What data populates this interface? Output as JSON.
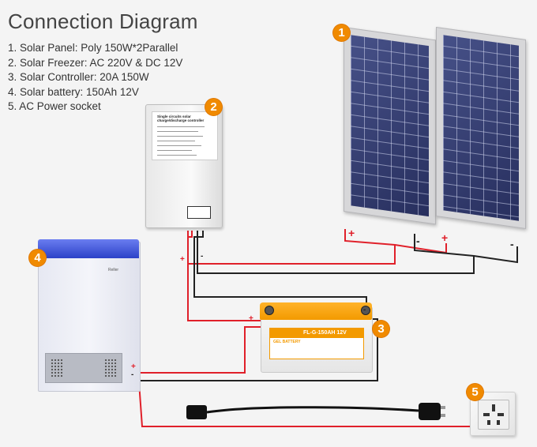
{
  "title": "Connection Diagram",
  "legend": [
    "1. Solar Panel: Poly 150W*2Parallel",
    "2. Solar Freezer: AC 220V & DC 12V",
    "3. Solar Controller: 20A 150W",
    "4. Solar battery: 150Ah 12V",
    "5. AC Power socket"
  ],
  "badges": [
    "1",
    "2",
    "3",
    "4",
    "5"
  ],
  "battery": {
    "model": "FL-G-150AH 12V",
    "type": "GEL BATTERY"
  },
  "controller": {
    "plate_title": "Single circuits solar charge/discharge controller"
  },
  "freezer": {
    "brand": "Reller"
  },
  "signs": {
    "plus": "+",
    "minus": "-"
  },
  "colors": {
    "badge": "#f08a00",
    "positive_wire": "#e0202a",
    "negative_wire": "#222222",
    "battery_top": "#f39a00",
    "freezer_lid": "#3a50d8"
  }
}
